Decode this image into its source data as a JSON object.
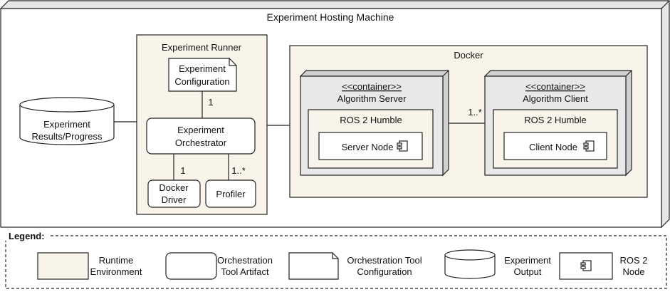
{
  "machine": {
    "title": "Experiment Hosting Machine"
  },
  "database": {
    "line1": "Experiment",
    "line2": "Results/Progress"
  },
  "runner": {
    "title": "Experiment Runner",
    "config": {
      "line1": "Experiment",
      "line2": "Configuration"
    },
    "config_multiplicity": "1",
    "orchestrator": {
      "line1": "Experiment",
      "line2": "Orchestrator"
    },
    "docker_driver": {
      "line1": "Docker",
      "line2": "Driver"
    },
    "driver_multiplicity": "1",
    "profiler": {
      "label": "Profiler"
    },
    "profiler_multiplicity": "1..*"
  },
  "docker": {
    "title": "Docker",
    "server": {
      "stereotype": "<<container>>",
      "name": "Algorithm Server",
      "ros": "ROS 2 Humble",
      "node": "Server Node"
    },
    "client": {
      "stereotype": "<<container>>",
      "name": "Algorithm Client",
      "ros": "ROS 2 Humble",
      "node": "Client Node"
    },
    "link_multiplicity": "1..*"
  },
  "legend": {
    "title": "Legend:",
    "items": [
      {
        "line1": "Runtime",
        "line2": "Environment"
      },
      {
        "line1": "Orchestration",
        "line2": "Tool Artifact"
      },
      {
        "line1": "Orchestration Tool",
        "line2": "Configuration"
      },
      {
        "line1": "Experiment",
        "line2": "Output"
      },
      {
        "line1": "ROS 2",
        "line2": "Node"
      }
    ]
  },
  "colors": {
    "runtime_fill": "#f8f4ea",
    "container_face": "#e8e8e8",
    "container_side": "#d0d0d0",
    "stroke": "#222222"
  }
}
